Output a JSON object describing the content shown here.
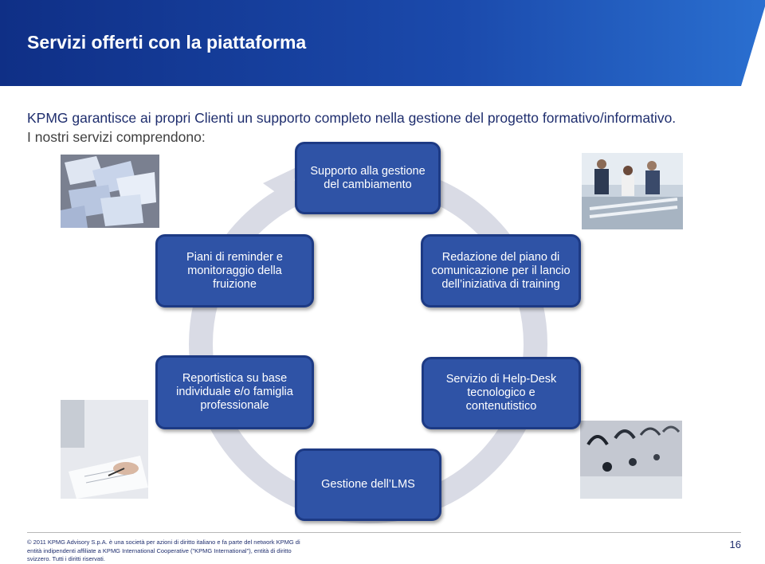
{
  "header": {
    "title": "Servizi offerti con la piattaforma"
  },
  "intro": {
    "line1": "KPMG garantisce ai propri Clienti un supporto completo nella gestione del progetto formativo/informativo.",
    "line2": "I nostri servizi comprendono:"
  },
  "services": {
    "top": "Supporto alla gestione del cambiamento",
    "mid_left": "Piani di reminder e monitoraggio della fruizione",
    "mid_right": "Redazione del piano di comunicazione per il lancio dell’iniziativa di training",
    "low_left": "Reportistica su base individuale e/o famiglia professionale",
    "low_right": "Servizio di Help-Desk tecnologico e contenutistico",
    "bottom": "Gestione dell’LMS"
  },
  "footer": {
    "legal": "© 2011 KPMG Advisory S.p.A. è una società per azioni di diritto italiano e fa parte del network KPMG di entità indipendenti affiliate a KPMG International Cooperative (\"KPMG International\"), entità di diritto svizzero. Tutti i diritti riservati.",
    "page_number": "16"
  },
  "colors": {
    "header_blue": "#1a3d9b",
    "box_fill": "#2f53a6",
    "box_border": "#1d3a84",
    "cycle_arrow": "#d9dbe5"
  }
}
